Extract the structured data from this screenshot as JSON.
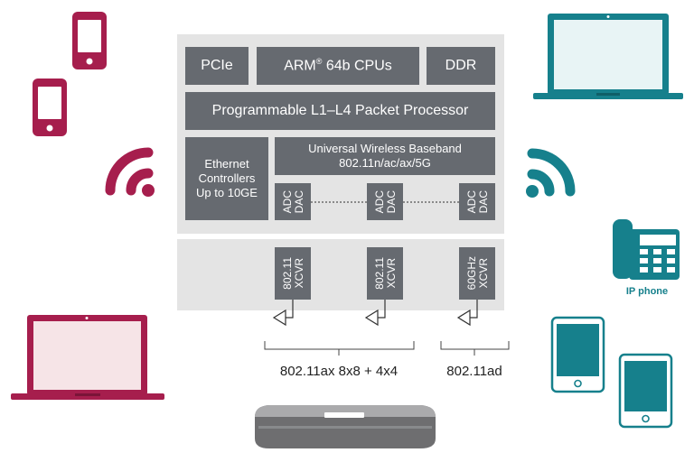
{
  "blocks": {
    "pcie": "PCIe",
    "arm_prefix": "ARM",
    "arm_reg": "®",
    "arm_suffix": " 64b CPUs",
    "ddr": "DDR",
    "packet_processor": "Programmable L1–L4 Packet Processor",
    "ethernet": [
      "Ethernet",
      "Controllers",
      "Up to 10GE"
    ],
    "baseband": [
      "Universal Wireless Baseband",
      "802.11n/ac/ax/5G"
    ],
    "adc": "ADC",
    "dac": "DAC"
  },
  "transceivers": [
    {
      "line1": "802.11",
      "line2": "XCVR"
    },
    {
      "line1": "802.11",
      "line2": "XCVR"
    },
    {
      "line1": "60GHz",
      "line2": "XCVR"
    }
  ],
  "bands": {
    "ax": "802.11ax 8x8 + 4x4",
    "ad": "802.11ad"
  },
  "devices": {
    "ip_phone_label": "IP phone"
  },
  "colors": {
    "crimson": "#a61e4d",
    "teal": "#16808c",
    "block_gray": "#666a70",
    "panel_gray": "#e4e4e4"
  },
  "icons": [
    "phone-icon",
    "laptop-icon",
    "wifi-icon",
    "desk-phone-icon",
    "tablet-icon",
    "router-icon",
    "antenna-icon"
  ]
}
